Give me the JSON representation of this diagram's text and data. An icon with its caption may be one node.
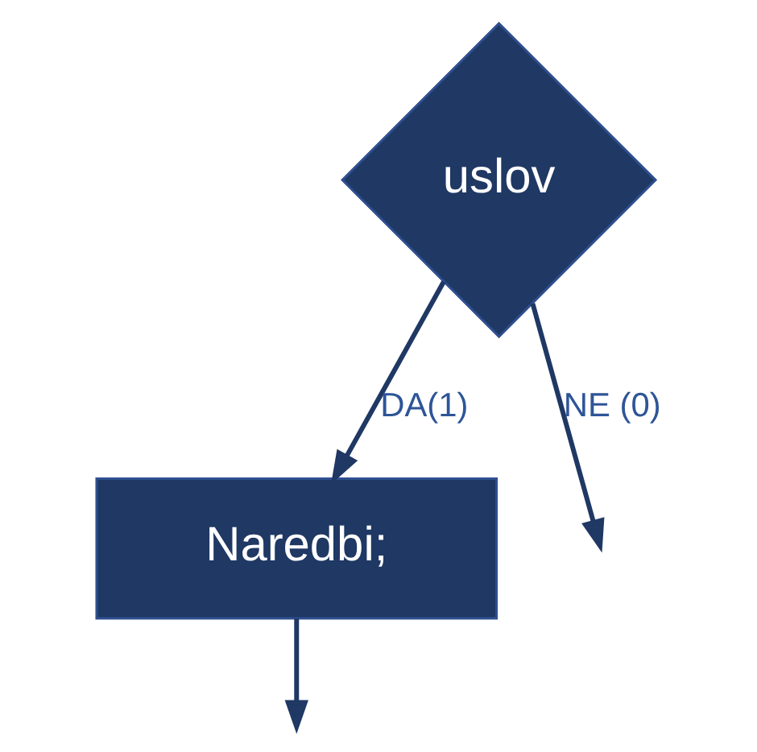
{
  "diagram": {
    "nodes": [
      {
        "text": [
          "uslov"
        ]
      },
      {
        "text": [
          "Naredbi;"
        ]
      }
    ],
    "edges": [
      {
        "from": 0,
        "to": 1,
        "arrow": "to",
        "label": "DA(1)"
      },
      {
        "from": 0,
        "to": null,
        "arrow": "to",
        "label": "NE (0)"
      },
      {
        "from": 1,
        "to": null,
        "arrow": "to"
      }
    ]
  }
}
